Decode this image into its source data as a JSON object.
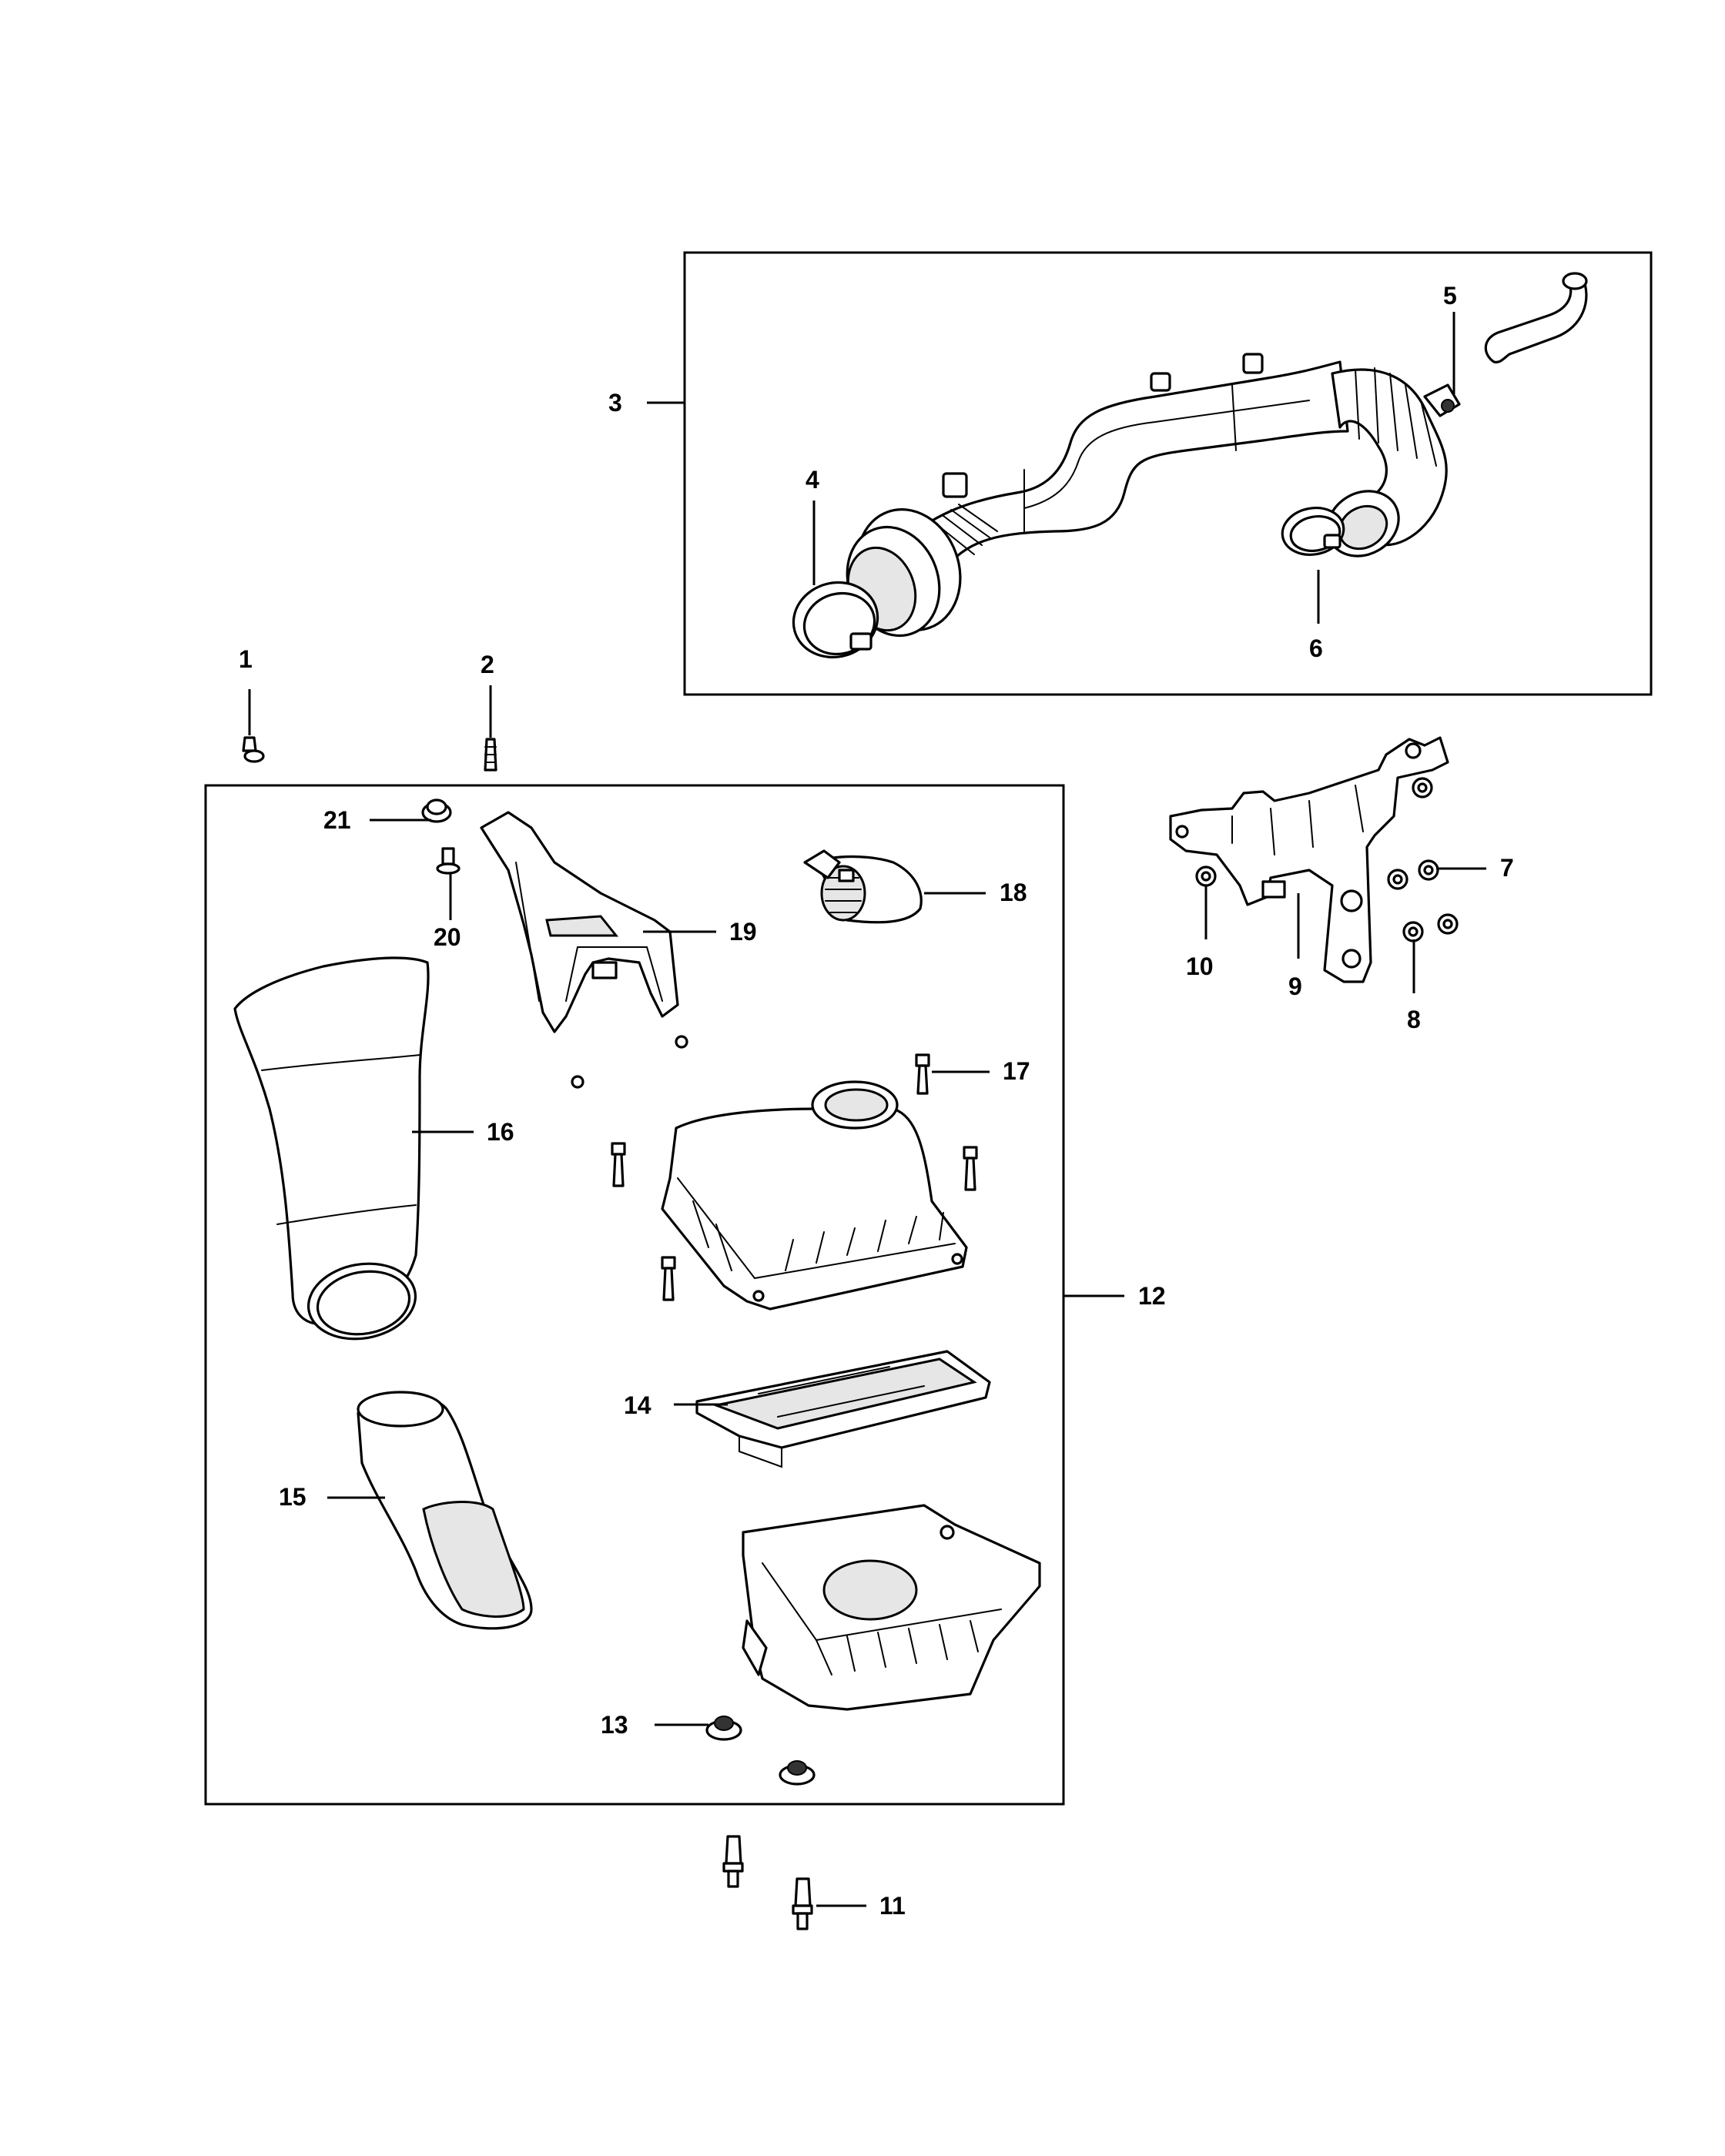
{
  "callouts": {
    "c1": "1",
    "c2": "2",
    "c3": "3",
    "c4": "4",
    "c5": "5",
    "c6": "6",
    "c7": "7",
    "c8": "8",
    "c9": "9",
    "c10": "10",
    "c11": "11",
    "c12": "12",
    "c13": "13",
    "c14": "14",
    "c15": "15",
    "c16": "16",
    "c17": "17",
    "c18": "18",
    "c19": "19",
    "c20": "20",
    "c21": "21"
  },
  "colors": {
    "line": "#000000",
    "background": "#ffffff",
    "shade": "#e6e6e6"
  },
  "icons": {
    "clip": "clip-icon",
    "push-pin": "push-pin-icon",
    "bolt": "bolt-icon",
    "nut": "nut-icon",
    "grommet": "grommet-icon",
    "clamp": "hose-clamp-icon",
    "stud": "stud-icon"
  }
}
